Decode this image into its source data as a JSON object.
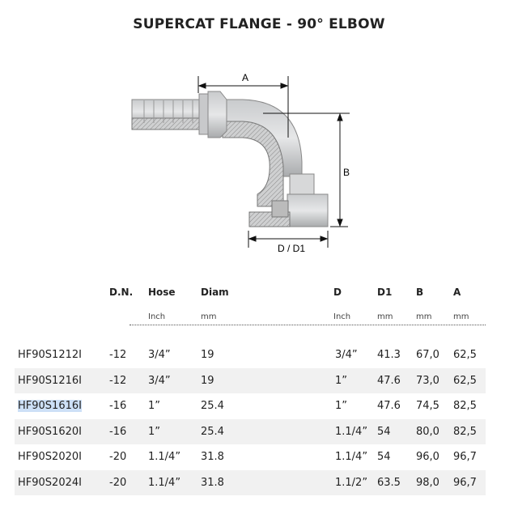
{
  "title": "SUPERCAT FLANGE - 90° ELBOW",
  "drawing": {
    "label_a": "A",
    "label_b": "B",
    "label_d": "D / D1"
  },
  "table": {
    "headers": [
      "",
      "D.N.",
      "Hose",
      "Diam",
      "D",
      "D1",
      "B",
      "A"
    ],
    "units": [
      "",
      "",
      "Inch",
      "mm",
      "Inch",
      "mm",
      "mm",
      "mm"
    ],
    "rows": [
      [
        "HF90S1212I",
        "-12",
        "3/4”",
        "19",
        "3/4”",
        "41.3",
        "67,0",
        "62,5"
      ],
      [
        "HF90S1216I",
        "-12",
        "3/4”",
        "19",
        "1”",
        "47.6",
        "73,0",
        "62,5"
      ],
      [
        "HF90S1616I",
        "-16",
        "1”",
        "25.4",
        "1”",
        "47.6",
        "74,5",
        "82,5"
      ],
      [
        "HF90S1620I",
        "-16",
        "1”",
        "25.4",
        "1.1/4”",
        "54",
        "80,0",
        "82,5"
      ],
      [
        "HF90S2020I",
        "-20",
        "1.1/4”",
        "31.8",
        "1.1/4”",
        "54",
        "96,0",
        "96,7"
      ],
      [
        "HF90S2024I",
        "-20",
        "1.1/4”",
        "31.8",
        "1.1/2”",
        "63.5",
        "98,0",
        "96,7"
      ]
    ]
  }
}
